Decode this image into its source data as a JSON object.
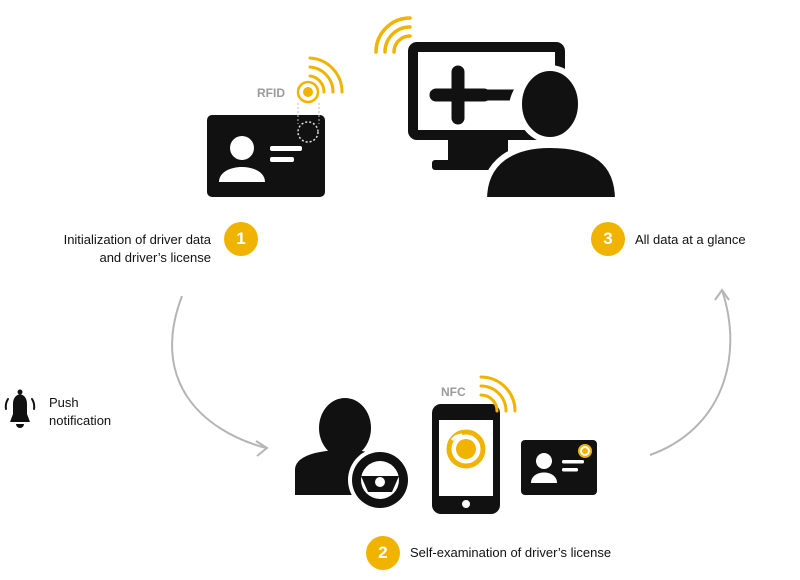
{
  "colors": {
    "accent": "#f0b400",
    "dark": "#111111",
    "arrow": "#b5b5b5",
    "tag": "#9a9a9a"
  },
  "tags": {
    "rfid": "RFID",
    "nfc": "NFC"
  },
  "steps": [
    {
      "number": "1",
      "lines": [
        "Initialization of driver data",
        "and driver’s license"
      ]
    },
    {
      "number": "2",
      "lines": [
        "Self-examination of driver’s license"
      ]
    },
    {
      "number": "3",
      "lines": [
        "All data at a glance"
      ]
    }
  ],
  "notification": {
    "lines": [
      "Push",
      "notification"
    ],
    "icon": "bell-icon"
  }
}
